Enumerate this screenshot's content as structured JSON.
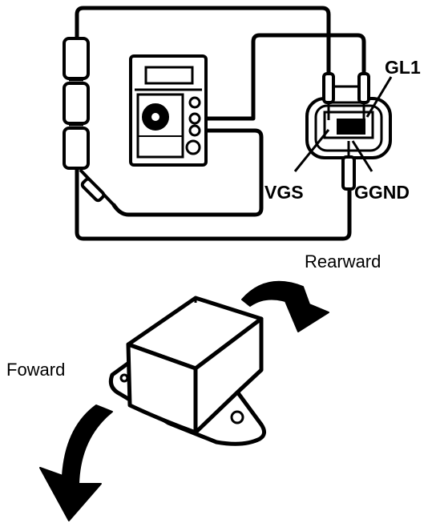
{
  "labels": {
    "gl1": "GL1",
    "vgs": "VGS",
    "ggnd": "GGND",
    "rearward": "Rearward",
    "foward": "Foward"
  },
  "colors": {
    "ink": "#000000",
    "paper": "#ffffff"
  }
}
